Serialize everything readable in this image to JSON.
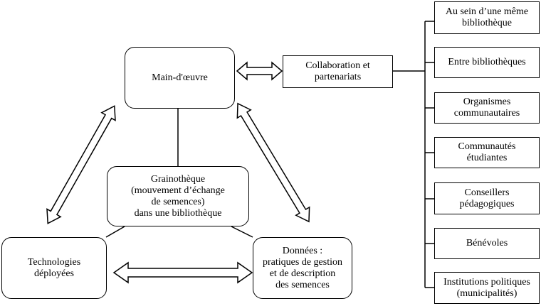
{
  "nodes": {
    "workforce": "Main-d'œuvre",
    "seed_library": "Grainothèque\n(mouvement d’échange\nde semences)\ndans une bibliothèque",
    "technologies": "Technologies\ndéployées",
    "data": "Données :\npratiques de gestion\net de description\ndes semences",
    "collaboration": "Collaboration et\npartenariats"
  },
  "partners": [
    "Au sein d’une même\nbibliothèque",
    "Entre bibliothèques",
    "Organismes\ncommunautaires",
    "Communautés\nétudiantes",
    "Conseillers\npédagogiques",
    "Bénévoles",
    "Institutions politiques\n(municipalités)"
  ]
}
